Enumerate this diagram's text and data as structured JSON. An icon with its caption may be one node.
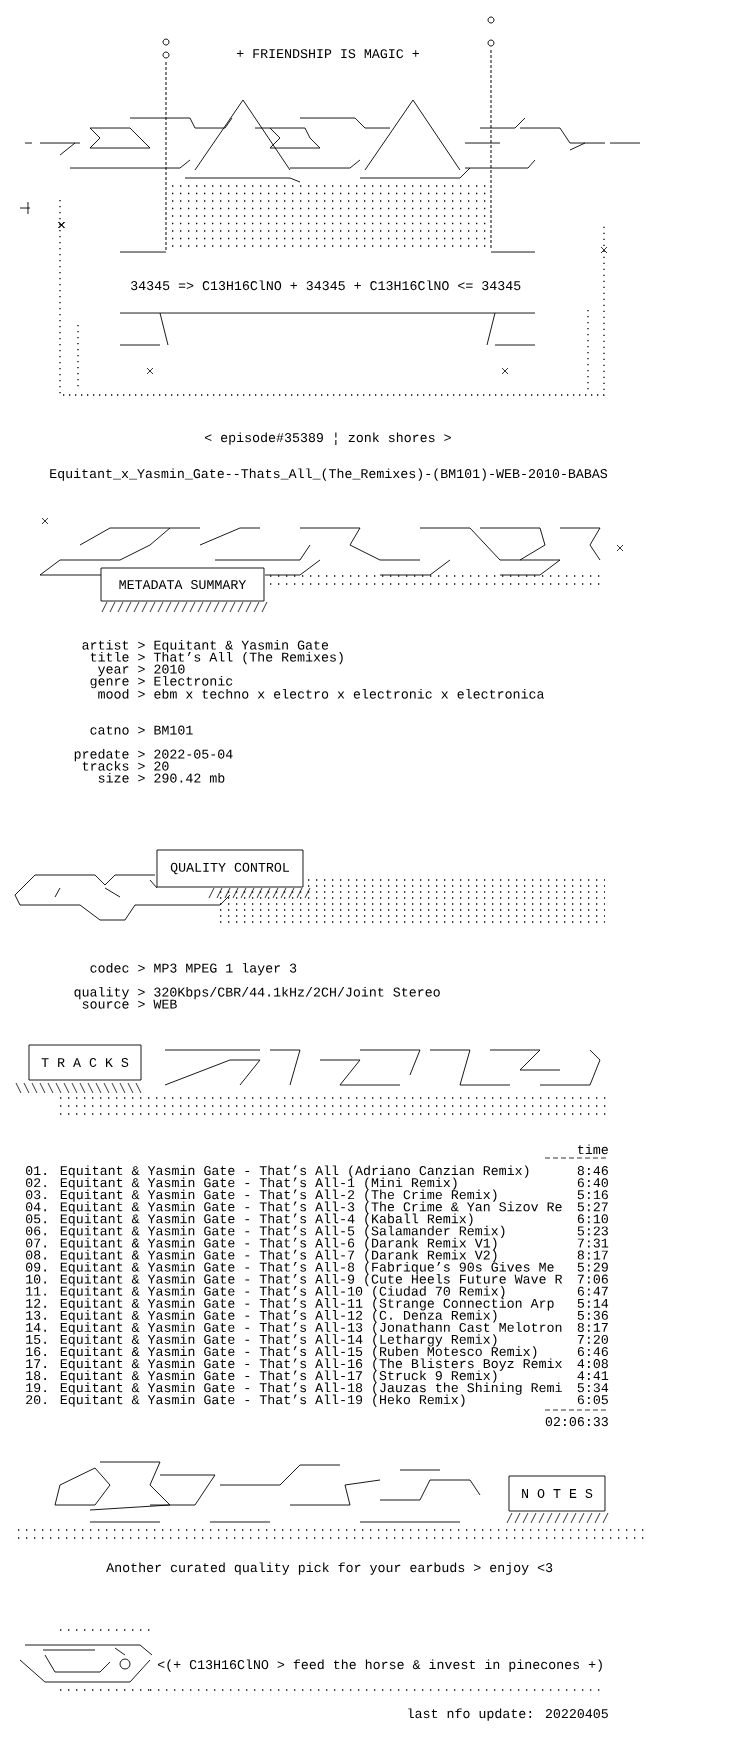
{
  "diagram": {
    "nodes": [
      {
        "text": [
          "METADATA SUMMARY"
        ]
      },
      {
        "text": [
          "QUALITY CONTROL"
        ]
      },
      {
        "text": [
          "T R A C K S"
        ]
      },
      {
        "text": [
          "N O T E S"
        ]
      }
    ],
    "labels": [
      "+ FRIENDSHIP IS MAGIC +",
      "34345 => C13H16ClNO + 34345 + C13H16ClNO <= 34345",
      "< episode#35389 ¦ zonk shores >",
      "Equitant_x_Yasmin_Gate--Thats_All_(The_Remixes)-(BM101)-WEB-2010-BABAS",
      "artist > Equitant & Yasmin Gate",
      "title > That’s All (The Remixes)",
      "year > 2010",
      "genre > Electronic",
      "mood > ebm x techno x electro x electronic x electronica",
      "catno > BM101",
      "predate > 2022-05-04",
      "tracks > 20",
      "size > 290.42 mb",
      "codec > MP3 MPEG 1 layer 3",
      "quality > 320Kbps/CBR/44.1kHz/2CH/Joint Stereo",
      "source > WEB",
      "time",
      "01. Equitant & Yasmin Gate - That’s All (Adriano Canzian Remix)",
      "8:46",
      "02. Equitant & Yasmin Gate - That’s All-1 (Mini Remix)",
      "6:40",
      "03. Equitant & Yasmin Gate - That’s All-2 (The Crime Remix)",
      "5:16",
      "04. Equitant & Yasmin Gate - That’s All-3 (The Crime & Yan Sizov Re",
      "5:27",
      "05. Equitant & Yasmin Gate - That’s All-4 (Kaball Remix)",
      "6:10",
      "06. Equitant & Yasmin Gate - That’s All-5 (Salamander Remix)",
      "5:23",
      "07. Equitant & Yasmin Gate - That’s All-6 (Darank Remix V1)",
      "7:31",
      "08. Equitant & Yasmin Gate - That’s All-7 (Darank Remix V2)",
      "8:17",
      "09. Equitant & Yasmin Gate - That’s All-8 (Fabrique’s 90s Gives Me",
      "5:29",
      "10. Equitant & Yasmin Gate - That’s All-9 (Cute Heels Future Wave R",
      "7:06",
      "11. Equitant & Yasmin Gate - That’s All-10 (Ciudad 70 Remix)",
      "6:47",
      "12. Equitant & Yasmin Gate - That’s All-11 (Strange Connection Arp",
      "5:14",
      "13. Equitant & Yasmin Gate - That’s All-12 (C. Denza Remix)",
      "5:36",
      "14. Equitant & Yasmin Gate - That’s All-13 (Jonathann Cast Melotron",
      "8:17",
      "15. Equitant & Yasmin Gate - That’s All-14 (Lethargy Remix)",
      "7:20",
      "16. Equitant & Yasmin Gate - That’s All-15 (Ruben Motesco Remix)",
      "6:46",
      "17. Equitant & Yasmin Gate - That’s All-16 (The Blisters Boyz Remix",
      "4:08",
      "18. Equitant & Yasmin Gate - That’s All-17 (Struck 9 Remix)",
      "4:41",
      "19. Equitant & Yasmin Gate - That’s All-18 (Jauzas the Shining Remi",
      "5:34",
      "20. Equitant & Yasmin Gate - That’s All-19 (Heko Remix)",
      "6:05",
      "02:06:33",
      "Another curated quality pick for your earbuds > enjoy <3",
      "<(+ C13H16ClNO > feed the horse & invest in pinecones +)",
      "last nfo update: 20220405"
    ]
  }
}
